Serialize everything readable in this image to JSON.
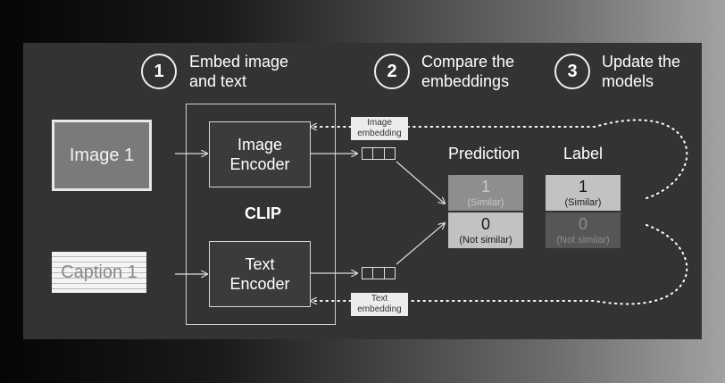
{
  "steps": [
    {
      "number": "1",
      "line1": "Embed image",
      "line2": "and text"
    },
    {
      "number": "2",
      "line1": "Compare the",
      "line2": "embeddings"
    },
    {
      "number": "3",
      "line1": "Update the",
      "line2": "models"
    }
  ],
  "inputs": {
    "image": "Image 1",
    "caption": "Caption 1"
  },
  "clip": {
    "label": "CLIP",
    "image_encoder": {
      "line1": "Image",
      "line2": "Encoder"
    },
    "text_encoder": {
      "line1": "Text",
      "line2": "Encoder"
    }
  },
  "tags": {
    "image_embedding": {
      "line1": "Image",
      "line2": "embedding"
    },
    "text_embedding": {
      "line1": "Text",
      "line2": "embedding"
    }
  },
  "prediction": {
    "title": "Prediction",
    "cells": [
      {
        "value": "1",
        "caption": "(Similar)"
      },
      {
        "value": "0",
        "caption": "(Not similar)"
      }
    ]
  },
  "label": {
    "title": "Label",
    "cells": [
      {
        "value": "1",
        "caption": "(Similar)"
      },
      {
        "value": "0",
        "caption": "(Not similar)"
      }
    ]
  },
  "colors": {
    "panel": "#333335",
    "cell_light": "#c2c2c2",
    "cell_mid": "#8e8e8e",
    "cell_dark": "#565656"
  }
}
